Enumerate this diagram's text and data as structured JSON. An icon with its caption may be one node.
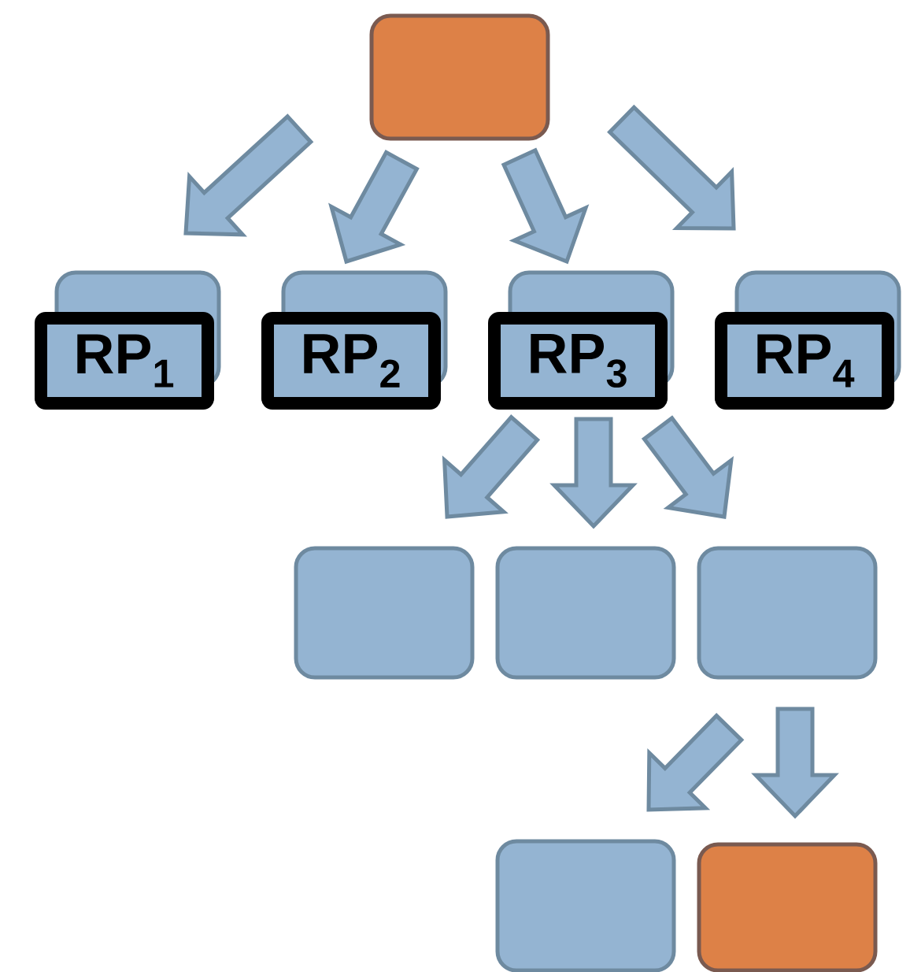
{
  "diagram": {
    "nodes": [
      {
        "text": [],
        "shape": "box"
      },
      {
        "text": [
          "RP$_{1}$"
        ]
      },
      {
        "text": [
          "RP$_{2}$"
        ]
      },
      {
        "text": [
          "RP$_{3}$"
        ]
      },
      {
        "text": [
          "RP$_{4}$"
        ]
      },
      {
        "text": [],
        "shape": "box"
      },
      {
        "text": [],
        "shape": "box"
      },
      {
        "text": [],
        "shape": "box"
      },
      {
        "text": [],
        "shape": "box"
      },
      {
        "text": [],
        "shape": "box"
      }
    ],
    "edges": [
      {
        "from": 0,
        "to": 1,
        "arrow": "to"
      },
      {
        "from": 0,
        "to": 2,
        "arrow": "to"
      },
      {
        "from": 0,
        "to": 3,
        "arrow": "to"
      },
      {
        "from": 0,
        "to": 4,
        "arrow": "to"
      },
      {
        "from": 3,
        "to": 5,
        "arrow": "to"
      },
      {
        "from": 3,
        "to": 6,
        "arrow": "to"
      },
      {
        "from": 3,
        "to": 7,
        "arrow": "to"
      },
      {
        "from": 7,
        "to": 8,
        "arrow": "to"
      },
      {
        "from": 7,
        "to": 9,
        "arrow": "to"
      }
    ]
  }
}
